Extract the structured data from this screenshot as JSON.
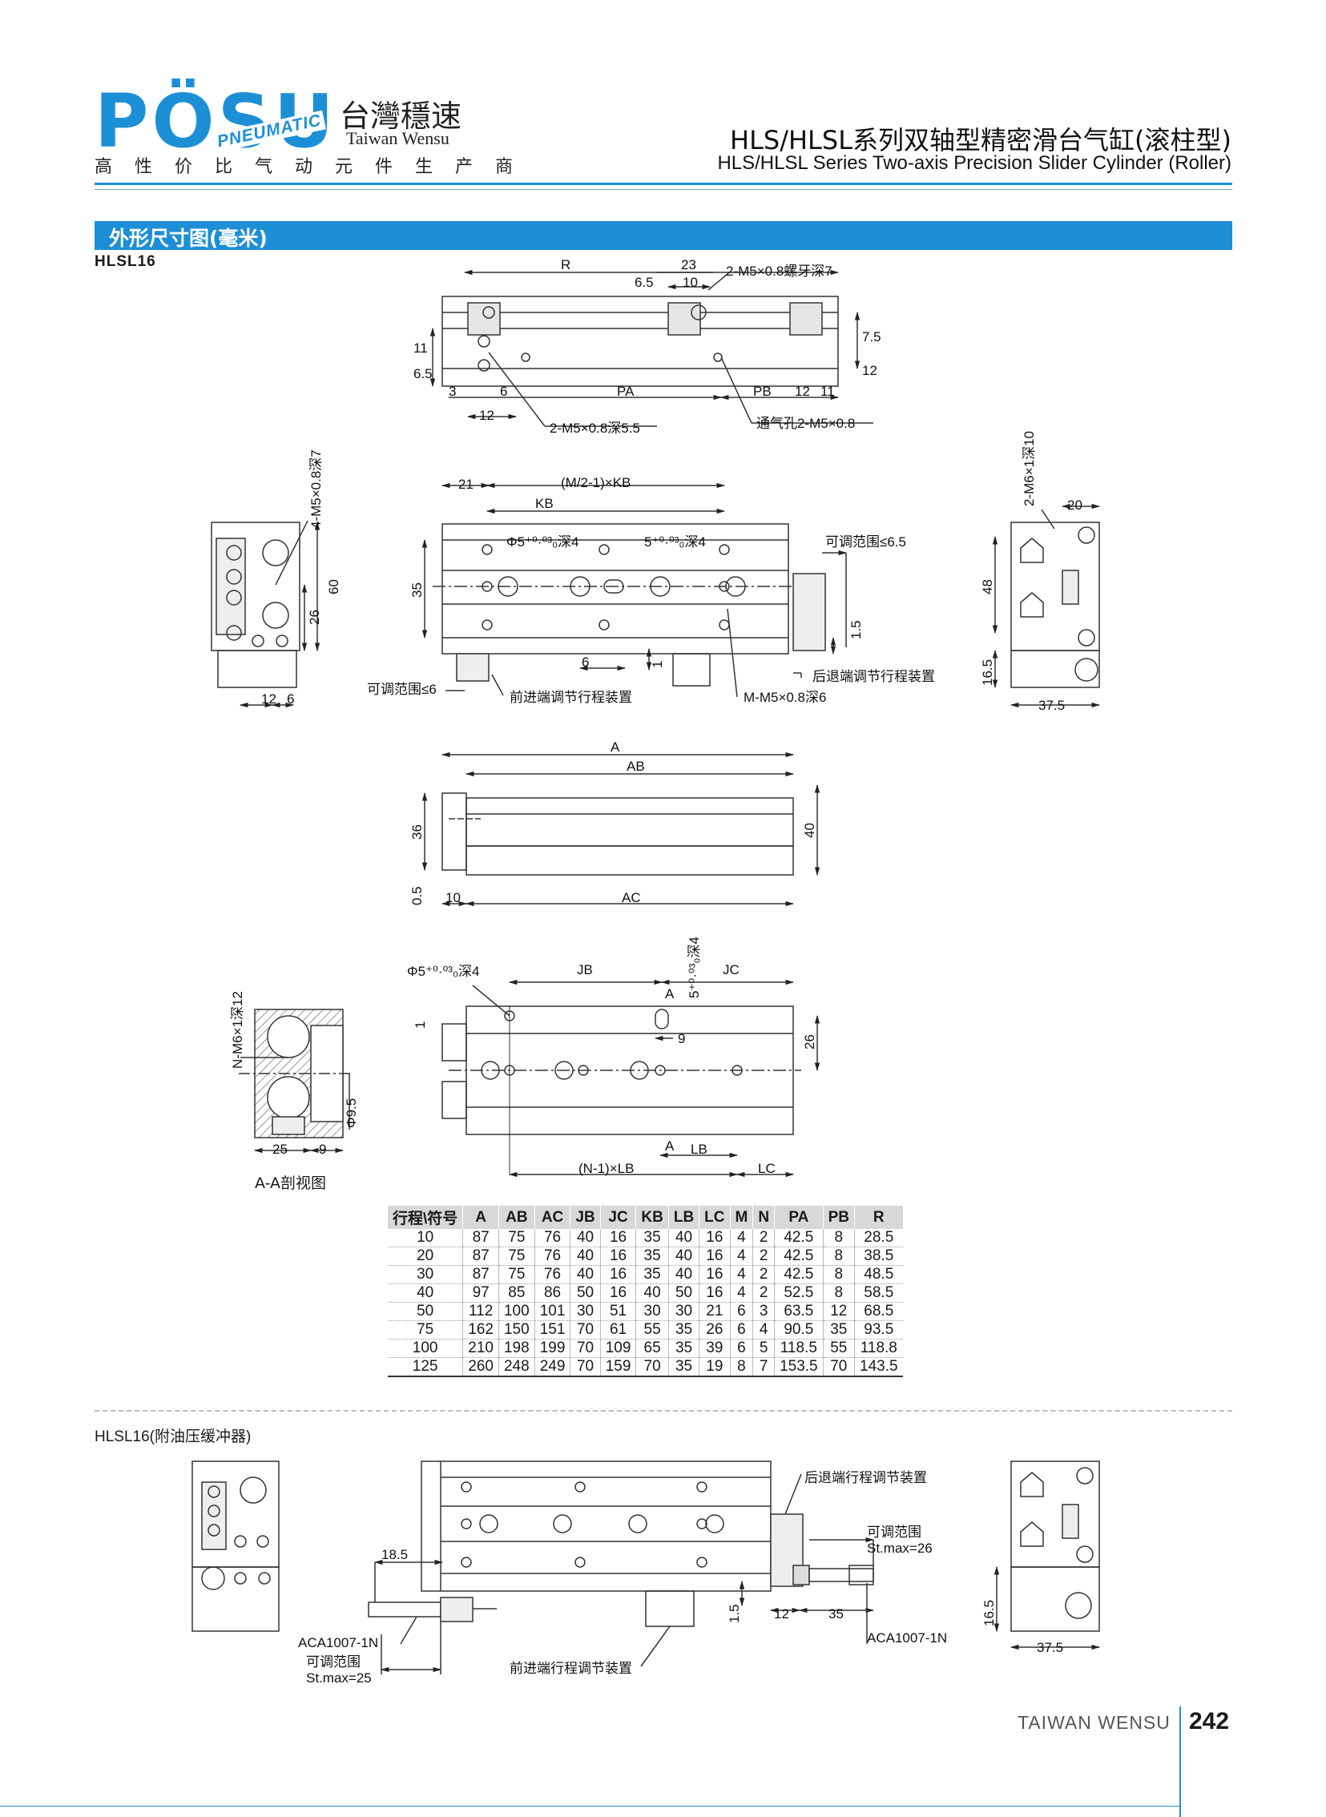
{
  "header": {
    "logo_word": "PÖSU",
    "logo_pneumatic": "PNEUMATIC",
    "logo_cn": "台灣穩速",
    "logo_en": "Taiwan Wensu",
    "tagline": "高性价比气动元件生产商",
    "title_cn": "HLS/HLSL系列双轴型精密滑台气缸(滚柱型)",
    "title_en": "HLS/HLSL Series Two-axis Precision Slider Cylinder (Roller)"
  },
  "section": {
    "title": "外形尺寸图(毫米)",
    "model": "HLSL16",
    "model2": "HLSL16(附油压缓冲器)",
    "section_caption": "A-A剖视图"
  },
  "colors": {
    "accent": "#1d8fd6",
    "line": "#333333"
  },
  "dims": {
    "top": {
      "R": "R",
      "d23": "23",
      "d65": "6.5",
      "d10": "10",
      "thread": "2-M5×0.8螺牙深7",
      "v75": "7.5",
      "v12": "12",
      "v65": "6.5",
      "v11": "11",
      "d3": "3",
      "d6": "6",
      "PA": "PA",
      "PB": "PB",
      "d12": "12",
      "d11": "11",
      "b12": "12",
      "hole": "2-M5×0.8深5.5",
      "vent": "通气孔2-M5×0.8"
    },
    "left": {
      "thread": "4-M5×0.8深7",
      "v60": "60",
      "v26": "26",
      "d12": "12",
      "d6": "6"
    },
    "plan": {
      "d21": "21",
      "M": "(M/2-1)×KB",
      "KB": "KB",
      "phi": "Φ5⁺⁰·⁰³₀深4",
      "slot": "5⁺⁰·⁰³₀深4",
      "v35": "35",
      "adj65": "可调范围≤6.5",
      "v15": "1.5",
      "d6": "6",
      "v1": "1",
      "rear": "后退端调节行程装置",
      "mm": "M-M5×0.8深6",
      "adj6": "可调范围≤6",
      "front": "前进端调节行程装置"
    },
    "right": {
      "thread": "2-M6×1深10",
      "d20": "20",
      "v48": "48",
      "v165": "16.5",
      "d375": "37.5"
    },
    "side": {
      "A": "A",
      "AB": "AB",
      "v36": "36",
      "v40": "40",
      "v05": "0.5",
      "d10": "10",
      "AC": "AC"
    },
    "bottom": {
      "phi": "Φ5⁺⁰·⁰³₀深4",
      "JB": "JB",
      "slot": "5⁺⁰·⁰³₀深4",
      "JC": "JC",
      "A": "A",
      "v1": "1",
      "d9": "9",
      "v26": "26",
      "LB": "LB",
      "NLB": "(N-1)×LB",
      "LC": "LC"
    },
    "section": {
      "thread": "N-M6×1深12",
      "d25": "25",
      "d9": "9",
      "phi95": "Φ9.5"
    },
    "buffer": {
      "rear": "后退端行程调节装置",
      "adj": "可调范围",
      "stmax26": "St.max=26",
      "d185": "18.5",
      "v15": "1.5",
      "d12": "12",
      "d35": "35",
      "aca": "ACA1007-1N",
      "adj2": "可调范围",
      "stmax25": "St.max=25",
      "front": "前进端行程调节装置",
      "v165": "16.5",
      "d375": "37.5"
    }
  },
  "table": {
    "headers": [
      "行程\\符号",
      "A",
      "AB",
      "AC",
      "JB",
      "JC",
      "KB",
      "LB",
      "LC",
      "M",
      "N",
      "PA",
      "PB",
      "R"
    ],
    "rows": [
      [
        "10",
        "87",
        "75",
        "76",
        "40",
        "16",
        "35",
        "40",
        "16",
        "4",
        "2",
        "42.5",
        "8",
        "28.5"
      ],
      [
        "20",
        "87",
        "75",
        "76",
        "40",
        "16",
        "35",
        "40",
        "16",
        "4",
        "2",
        "42.5",
        "8",
        "38.5"
      ],
      [
        "30",
        "87",
        "75",
        "76",
        "40",
        "16",
        "35",
        "40",
        "16",
        "4",
        "2",
        "42.5",
        "8",
        "48.5"
      ],
      [
        "40",
        "97",
        "85",
        "86",
        "50",
        "16",
        "40",
        "50",
        "16",
        "4",
        "2",
        "52.5",
        "8",
        "58.5"
      ],
      [
        "50",
        "112",
        "100",
        "101",
        "30",
        "51",
        "30",
        "30",
        "21",
        "6",
        "3",
        "63.5",
        "12",
        "68.5"
      ],
      [
        "75",
        "162",
        "150",
        "151",
        "70",
        "61",
        "55",
        "35",
        "26",
        "6",
        "4",
        "90.5",
        "35",
        "93.5"
      ],
      [
        "100",
        "210",
        "198",
        "199",
        "70",
        "109",
        "65",
        "35",
        "39",
        "6",
        "5",
        "118.5",
        "55",
        "118.8"
      ],
      [
        "125",
        "260",
        "248",
        "249",
        "70",
        "159",
        "70",
        "35",
        "19",
        "8",
        "7",
        "153.5",
        "70",
        "143.5"
      ]
    ]
  },
  "footer": {
    "brand": "TAIWAN WENSU",
    "page": "242"
  }
}
